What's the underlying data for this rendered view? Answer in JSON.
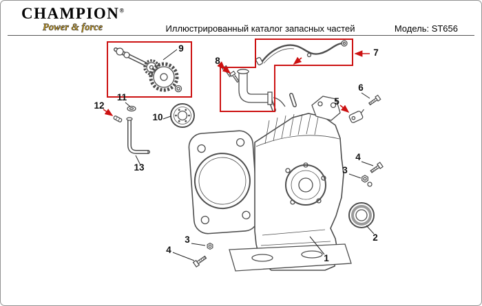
{
  "header": {
    "brand": "CHAMPION",
    "brand_mark": "®",
    "tagline": "Power & force",
    "title": "Иллюстрированный каталог запасных частей",
    "model": "Модель: ST656"
  },
  "theme": {
    "accent": "#cc1111",
    "line": "#4d4d4d",
    "gold": "#c99b1d",
    "border": "#909090"
  },
  "diagram": {
    "callout_labels": [
      "9",
      "8",
      "7",
      "11",
      "12",
      "10",
      "13",
      "6",
      "5",
      "4",
      "3",
      "2",
      "1",
      "3",
      "4"
    ],
    "highlighted_callouts": [
      "9",
      "7"
    ]
  }
}
